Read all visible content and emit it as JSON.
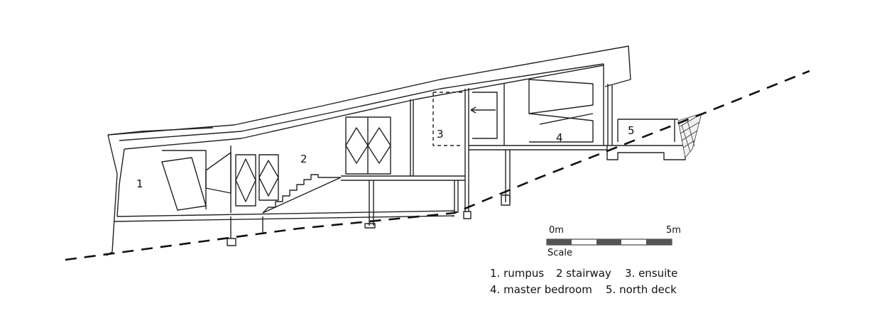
{
  "room_labels": {
    "r1": "1",
    "r2": "2",
    "r3": "3",
    "r4": "4",
    "r5": "5"
  },
  "scale_bar": {
    "start_label": "0m",
    "end_label": "5m",
    "caption": "Scale"
  },
  "legend": [
    "1. rumpus",
    "2 stairway",
    "3. ensuite",
    "4. master bedroom",
    "5. north deck"
  ]
}
